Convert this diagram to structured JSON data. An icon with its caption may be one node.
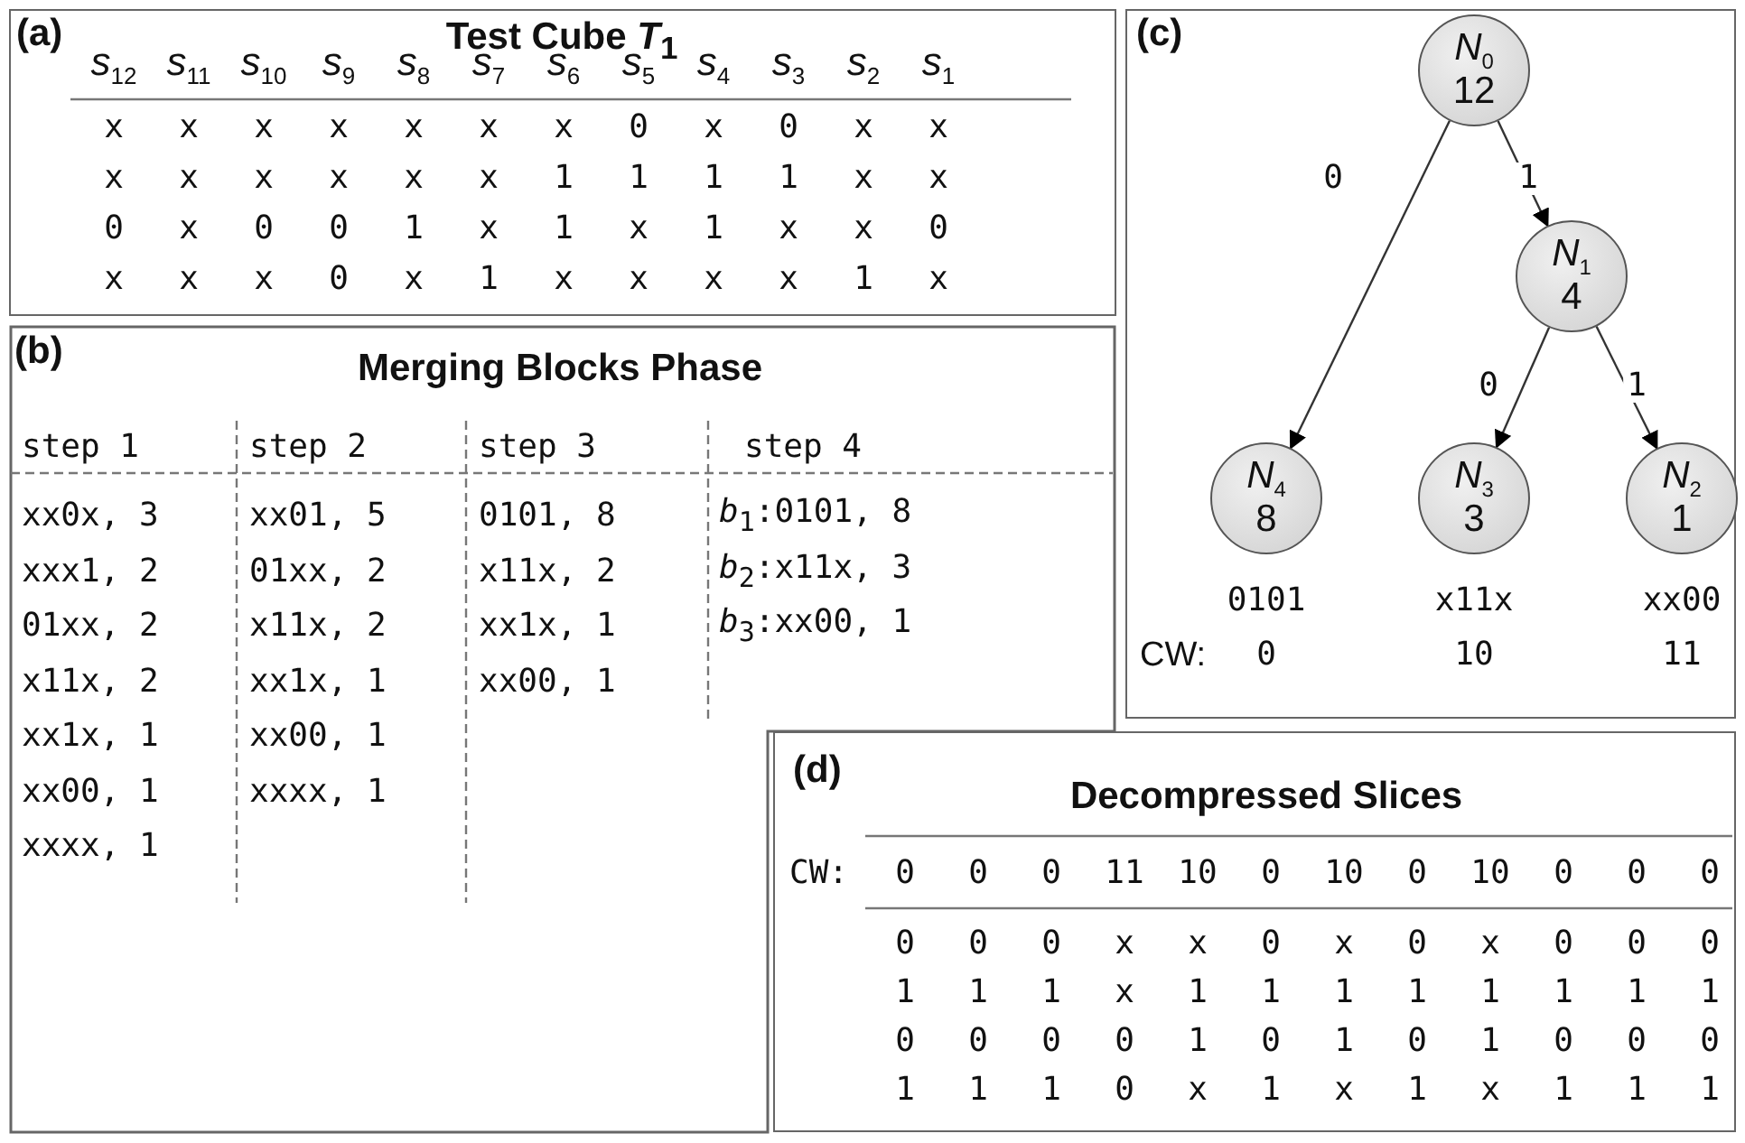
{
  "diagram": {
    "nodes": [
      {
        "text": [
          "(a)",
          "Test Cube *T*$_{1}$"
        ]
      },
      {
        "text": [
          "(b)",
          "Merging Blocks Phase"
        ]
      },
      {
        "text": [
          "(c)"
        ]
      },
      {
        "text": [
          "*N*$_{0}$",
          "12"
        ],
        "in": 2
      },
      {
        "text": [
          "*N*$_{1}$",
          "4"
        ],
        "in": 2
      },
      {
        "text": [
          "*N*$_{4}$",
          "8"
        ],
        "in": 2,
        "beside": [
          "0101",
          "0"
        ]
      },
      {
        "text": [
          "*N*$_{3}$",
          "3"
        ],
        "in": 2,
        "beside": [
          "x11x",
          "10"
        ]
      },
      {
        "text": [
          "*N*$_{2}$",
          "1"
        ],
        "in": 2,
        "beside": [
          "xx00",
          "11"
        ]
      },
      {
        "text": [
          "(d)",
          "Decompressed Slices"
        ]
      }
    ],
    "edges": [
      {
        "from": 3,
        "to": 5,
        "arrow": "to",
        "label": "0"
      },
      {
        "from": 3,
        "to": 4,
        "arrow": "to",
        "label": "1"
      },
      {
        "from": 4,
        "to": 6,
        "arrow": "to",
        "label": "0"
      },
      {
        "from": 4,
        "to": 7,
        "arrow": "to",
        "label": "1"
      }
    ],
    "labels": [
      "*s*$_{12}$",
      "*s*$_{11}$",
      "*s*$_{10}$",
      "*s*$_{9}$",
      "*s*$_{8}$",
      "*s*$_{7}$",
      "*s*$_{6}$",
      "*s*$_{5}$",
      "*s*$_{4}$",
      "*s*$_{3}$",
      "*s*$_{2}$",
      "*s*$_{1}$",
      "x",
      "x",
      "x",
      "x",
      "x",
      "x",
      "x",
      "0",
      "x",
      "0",
      "x",
      "x",
      "x",
      "x",
      "x",
      "x",
      "x",
      "x",
      "1",
      "1",
      "1",
      "1",
      "x",
      "x",
      "0",
      "x",
      "0",
      "0",
      "1",
      "x",
      "1",
      "x",
      "1",
      "x",
      "x",
      "0",
      "x",
      "x",
      "x",
      "0",
      "x",
      "1",
      "x",
      "x",
      "x",
      "x",
      "1",
      "x",
      "step 1",
      "step 2",
      "step 3",
      "step 4",
      "xx0x, 3",
      "xx01, 5",
      "0101, 8",
      "*b*$_{1}$:0101, 8",
      "xxx1, 2",
      "01xx, 2",
      "x11x, 2",
      "*b*$_{2}$:x11x, 3",
      "01xx, 2",
      "x11x, 2",
      "xx1x, 1",
      "*b*$_{3}$:xx00, 1",
      "x11x, 2",
      "xx1x, 1",
      "xx00, 1",
      "xx1x, 1",
      "xx00, 1",
      "xx00, 1",
      "xxxx, 1",
      "xxxx, 1",
      "CW:",
      "CW:",
      "0",
      "0",
      "0",
      "11",
      "10",
      "0",
      "10",
      "0",
      "10",
      "0",
      "0",
      "0",
      "0",
      "0",
      "0",
      "x",
      "x",
      "0",
      "x",
      "0",
      "x",
      "0",
      "0",
      "0",
      "1",
      "1",
      "1",
      "x",
      "1",
      "1",
      "1",
      "1",
      "1",
      "1",
      "1",
      "1",
      "0",
      "0",
      "0",
      "0",
      "1",
      "0",
      "1",
      "0",
      "1",
      "0",
      "0",
      "0",
      "1",
      "1",
      "1",
      "0",
      "x",
      "1",
      "x",
      "1",
      "x",
      "1",
      "1",
      "1"
    ]
  }
}
